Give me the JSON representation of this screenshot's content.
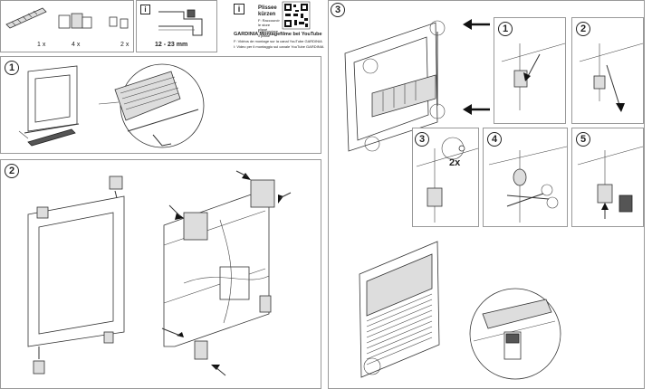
{
  "parts": {
    "qty_blind": "1 x",
    "qty_brackets": "4 x",
    "qty_clips": "2 x"
  },
  "info": {
    "icon": "info-icon",
    "measure": "12 - 23 mm"
  },
  "qr_block": {
    "icon": "info-icon",
    "line_de": "Plissee kürzen",
    "line_fr": "F: Raccourcir le store plissé",
    "line_it": "I: Accorciare il plissé",
    "brand_line": "GARDINIA Montagefilme bei YouTube",
    "video_fr": "F: Vidéos de montage sur la canal YouTube GARDINIA",
    "video_it": "I: Video per il montaggio sul canale YouTube GARDINIA"
  },
  "steps": {
    "s1": "1",
    "s2": "2",
    "s3": "3",
    "sub1": "1",
    "sub2": "2",
    "sub3": "3",
    "sub4": "4",
    "sub5": "5"
  },
  "detail": {
    "times_two": "2x"
  },
  "colors": {
    "line": "#333333",
    "border": "#999999",
    "fabric": "#d9d9d9"
  }
}
